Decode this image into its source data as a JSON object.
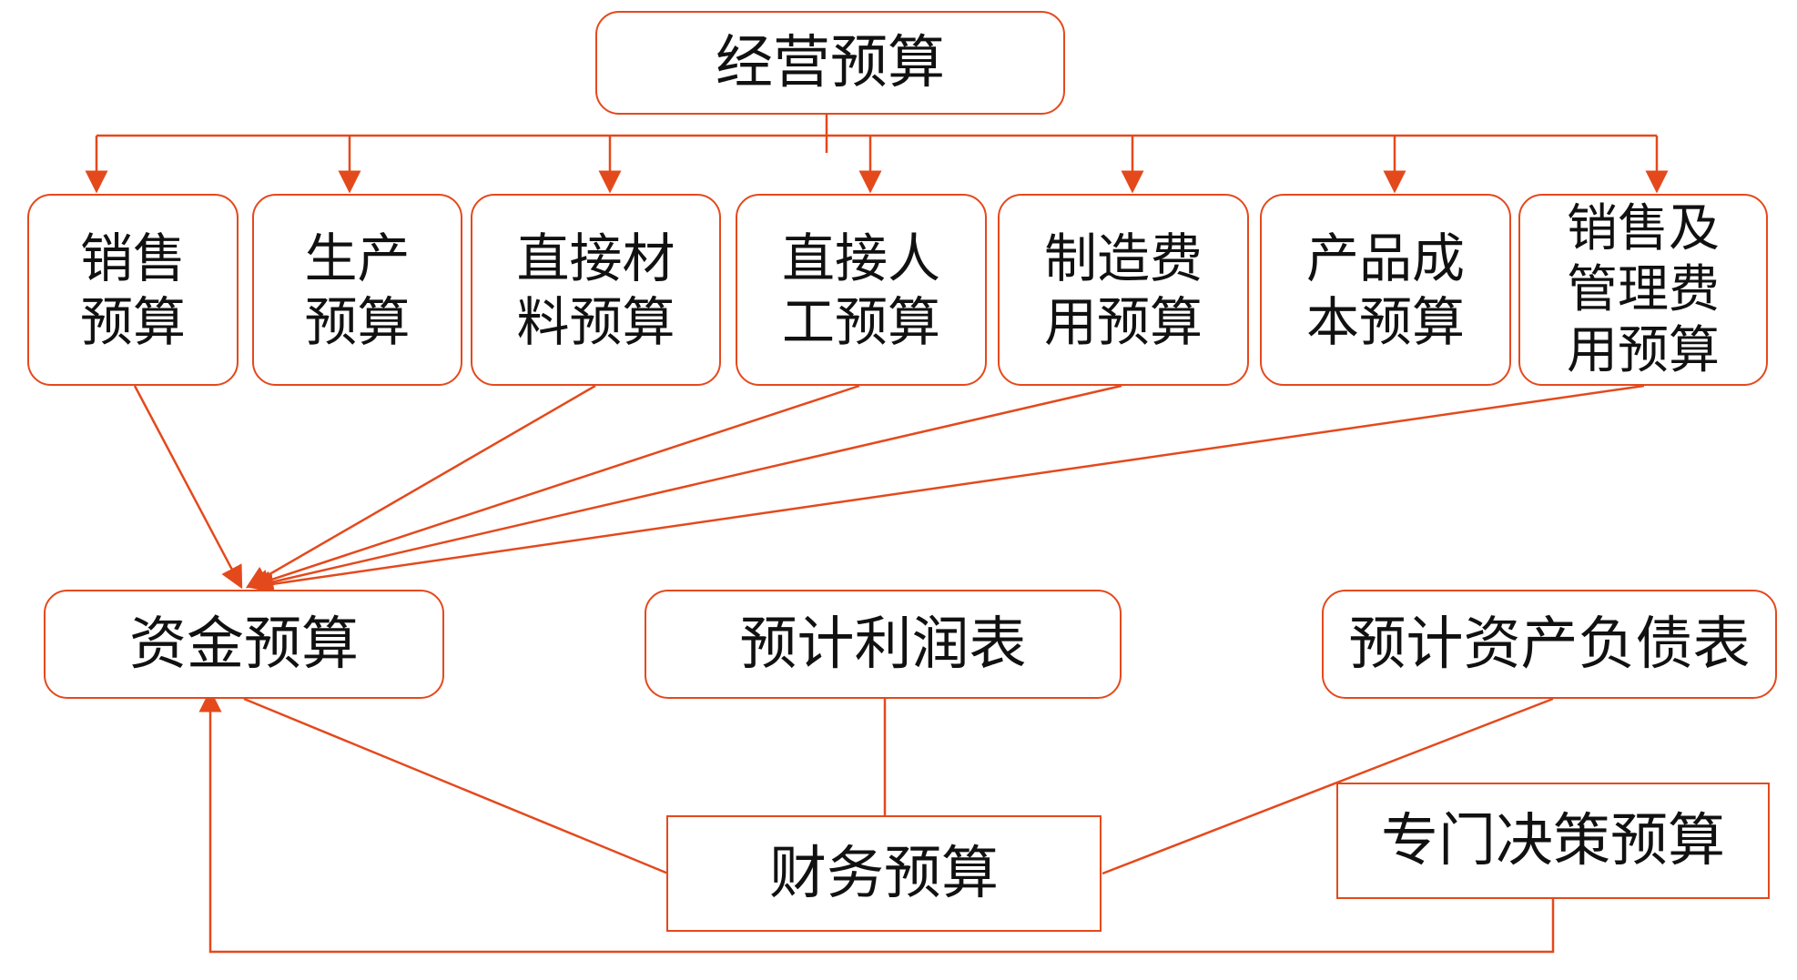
{
  "colors": {
    "line": "#e4491c",
    "text": "#111111",
    "background": "#ffffff"
  },
  "nodes": {
    "operating": "经营预算",
    "sales": "销售\n预算",
    "production": "生产\n预算",
    "materials": "直接材\n料预算",
    "labor": "直接人\n工预算",
    "overhead": "制造费\n用预算",
    "product_cost": "产品成\n本预算",
    "selling_admin": "销售及\n管理费\n用预算",
    "cash": "资金预算",
    "income": "预计利润表",
    "balance": "预计资产负债表",
    "financial": "财务预算",
    "special": "专门决策预算"
  }
}
